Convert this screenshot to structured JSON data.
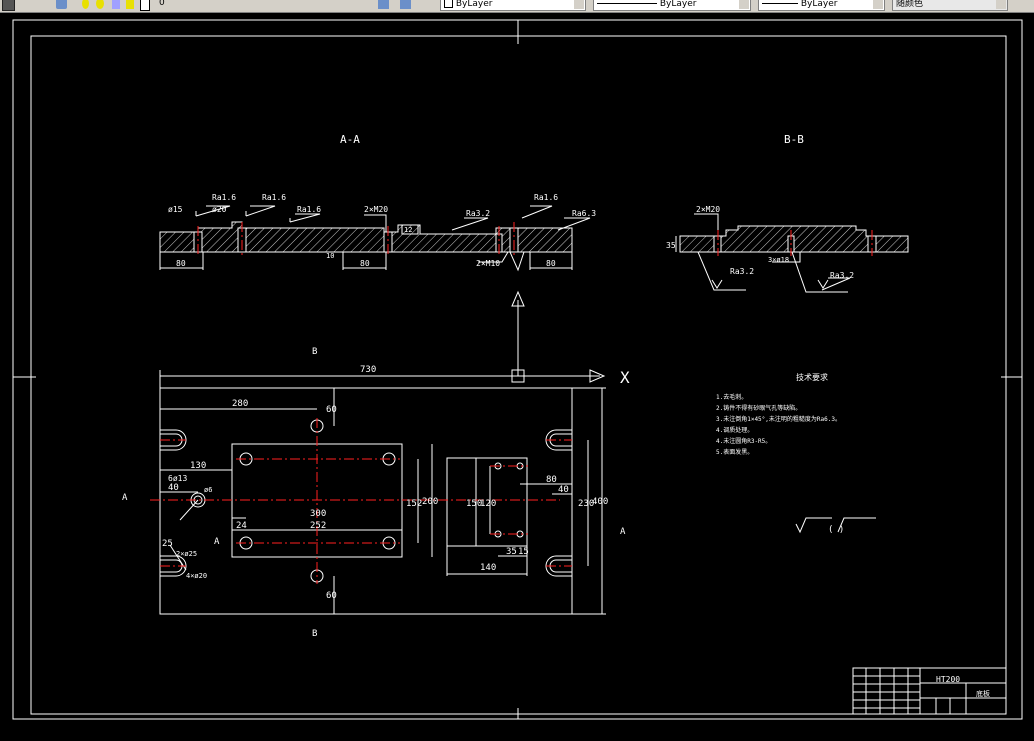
{
  "toolbar": {
    "layer_value": "0",
    "color_value": "ByLayer",
    "linetype_value": "ByLayer",
    "lineweight_value": "ByLayer",
    "plotstyle_value": "随颜色"
  },
  "drawing": {
    "section_aa_title": "A-A",
    "section_bb_title": "B-B",
    "aa_labels": {
      "ra16_1": "Ra1.6",
      "ra16_2": "Ra1.6",
      "ra16_3": "Ra1.6",
      "ra16_4": "Ra1.6",
      "ra32": "Ra3.2",
      "ra63": "Ra6.3",
      "phi15": "ø15",
      "m20": "2×M20",
      "m10": "2×M10",
      "phi20": "ø20",
      "d80a": "80",
      "d80b": "80",
      "d80c": "80",
      "d10": "10",
      "d12": "12"
    },
    "bb_labels": {
      "m20": "2×M20",
      "d35": "35",
      "ra32a": "Ra3.2",
      "ra32b": "Ra3.2",
      "phi35": "3×ø18"
    },
    "plan_labels": {
      "b_top": "B",
      "b_bottom": "B",
      "a_left": "A",
      "a_right": "A",
      "a_small": "A",
      "d730": "730",
      "d280": "280",
      "d60a": "60",
      "d60b": "60",
      "d130": "130",
      "d40a": "40",
      "d40b": "40",
      "phi913": "6ø13",
      "d300": "300",
      "d252": "252",
      "d24": "24",
      "d25": "25",
      "d152": "152",
      "d200": "200",
      "d150": "150",
      "d120": "120",
      "d80": "80",
      "d230": "230",
      "d400": "400",
      "d35": "35",
      "d15": "15",
      "d140": "140",
      "r25": "2×ø25",
      "r18": "4×ø20",
      "phi6": "ø6"
    },
    "tech_title": "技术要求",
    "tech_lines": [
      "1.去毛刺。",
      "2.铸件不得有砂眼气孔等缺陷。",
      "3.未注倒角1×45°,未注明的粗糙度为Ra6.3。",
      "4.调质处理。",
      "4.未注圆角R3-R5。",
      "5.表面发黑。"
    ],
    "roughness_note": "(    )",
    "title_block": {
      "material": "HT200",
      "part_name": "底板"
    },
    "crosshair_label": "X"
  },
  "colors": {
    "background": "#000000",
    "line": "#ffffff",
    "center": "#ff2020",
    "toolbar": "#d4d0c8"
  }
}
